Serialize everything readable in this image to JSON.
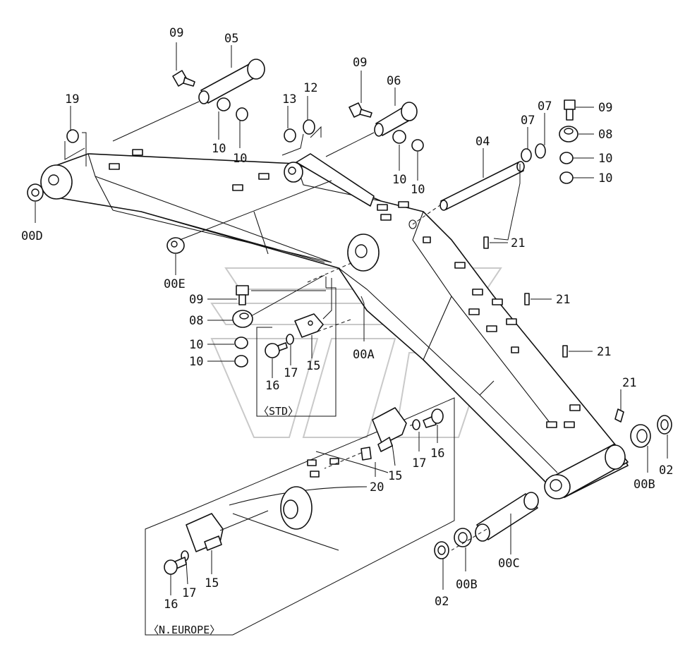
{
  "labels": {
    "p09": "09",
    "p05": "05",
    "p06": "06",
    "p04": "04",
    "p07": "07",
    "p08": "08",
    "p10": "10",
    "p12": "12",
    "p13": "13",
    "p19": "19",
    "p21": "21",
    "p15": "15",
    "p16": "16",
    "p17": "17",
    "p20": "20",
    "p02": "02",
    "p00A": "00A",
    "p00B": "00B",
    "p00C": "00C",
    "p00D": "00D",
    "p00E": "00E"
  },
  "variants": {
    "std": "〈STD〉",
    "n_europe": "〈N.EUROPE〉"
  }
}
